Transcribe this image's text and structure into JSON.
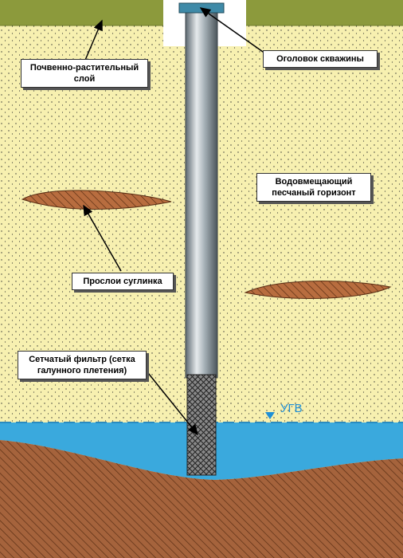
{
  "labels": {
    "soil_layer": "Почвенно-растительный слой",
    "well_head": "Оголовок скважины",
    "aquifer": "Водовмещающий песчаный горизонт",
    "loam_lenses": "Прослои суглинка",
    "mesh_filter": "Сетчатый фильтр (сетка галунного плетения)",
    "water_table": "УГВ"
  },
  "colors": {
    "sand": "#f7f0b0",
    "grass": "#8c9a3c",
    "soil": "#a5633c",
    "loam": "#b86d3f",
    "water": "#3aa9dd",
    "casing": "#7f8c94",
    "well_cap": "#3f8aa8"
  }
}
